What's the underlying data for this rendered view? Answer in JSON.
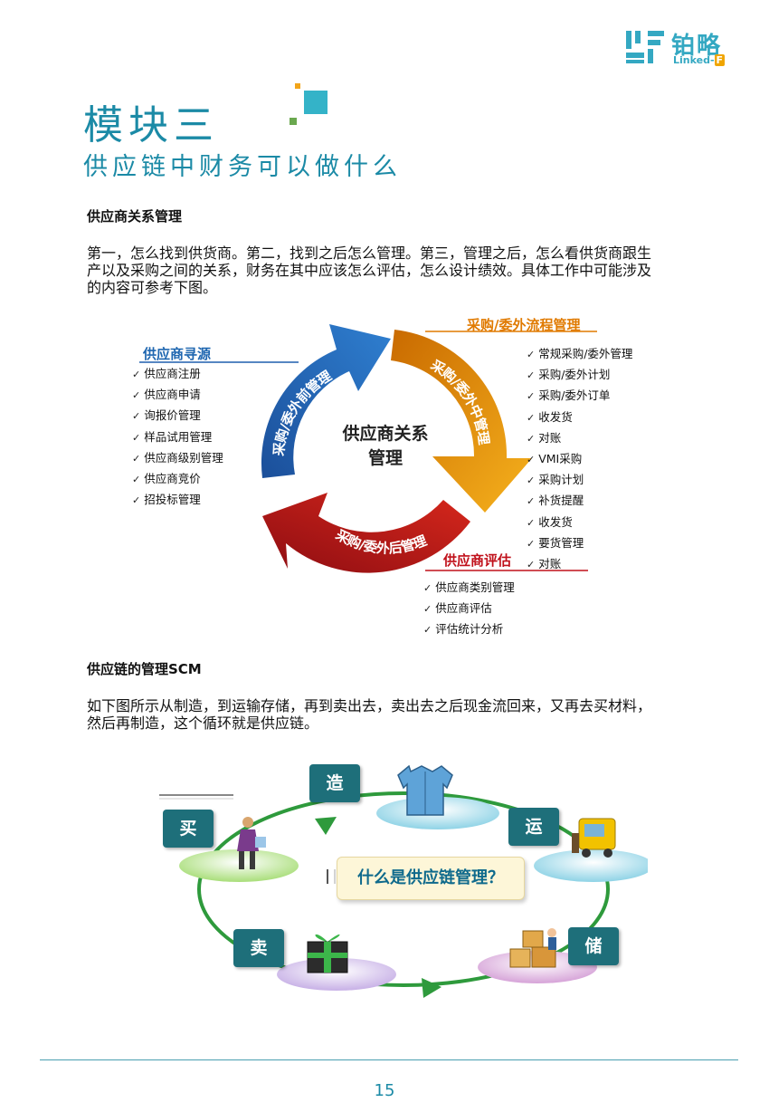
{
  "header": {
    "brand_cn": "铂略",
    "brand_en": "Linked-",
    "brand_en_badge": "F"
  },
  "title": {
    "module": "模块三",
    "subtitle": "供应链中财务可以做什么"
  },
  "section1": {
    "heading": "供应商关系管理",
    "paragraph_lines": [
      "第一，怎么找到供货商。第二，找到之后怎么管理。第三，管理之后，怎么看供货商跟生",
      "产以及采购之间的关系，财务在其中应该怎么评估，怎么设计绩效。具体工作中可能涉及",
      "的内容可参考下图。"
    ]
  },
  "diagram1": {
    "center_lines": [
      "供应商关系",
      "管理"
    ],
    "arc_labels": {
      "blue": "采购/委外前管理",
      "orange": "采购/委外中管理",
      "red": "采购/委外后管理"
    },
    "sourcing": {
      "title": "供应商寻源",
      "items": [
        "供应商注册",
        "供应商申请",
        "询报价管理",
        "样品试用管理",
        "供应商级别管理",
        "供应商竞价",
        "招投标管理"
      ]
    },
    "process": {
      "title": "采购/委外流程管理",
      "items": [
        "常规采购/委外管理",
        "采购/委外计划",
        "采购/委外订单",
        "收发货",
        "对账",
        "VMI采购",
        "采购计划",
        "补货提醒",
        "收发货",
        "要货管理",
        "对账"
      ]
    },
    "evaluation": {
      "title": "供应商评估",
      "items": [
        "供应商类别管理",
        "供应商评估",
        "评估统计分析"
      ]
    },
    "colors": {
      "blue": "#1f5fae",
      "orange": "#f29b12",
      "red": "#b2121a"
    }
  },
  "section2": {
    "heading": "供应链的管理SCM",
    "paragraph_lines": [
      "如下图所示从制造，到运输存储，再到卖出去，卖出去之后现金流回来，又再去买材料，",
      "然后再制造，这个循环就是供应链。"
    ]
  },
  "diagram2": {
    "nodes": {
      "make": "造",
      "ship": "运",
      "store": "储",
      "sell": "卖",
      "buy": "买"
    },
    "center_text": "什么是供应链管理？",
    "icons": [
      "shirt-icon",
      "delivery-truck-icon",
      "warehouse-boxes-icon",
      "gift-box-icon",
      "shopper-icon"
    ],
    "colors": {
      "node": "#1e6f7a",
      "cycle": "#2e9a3c"
    }
  },
  "footer": {
    "page_number": "15"
  }
}
